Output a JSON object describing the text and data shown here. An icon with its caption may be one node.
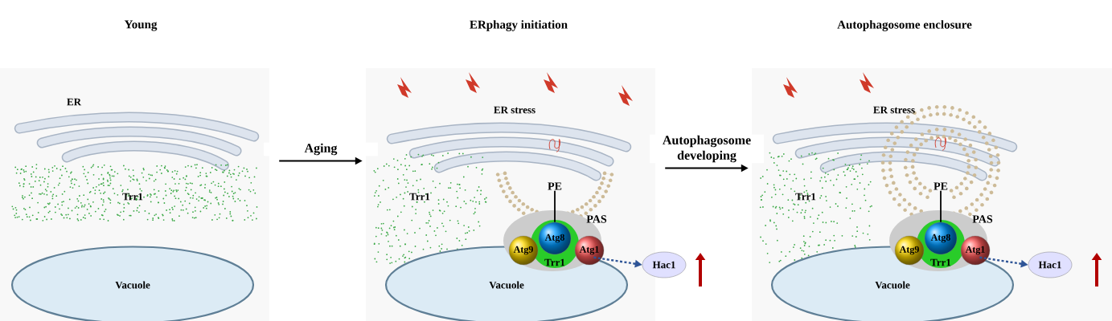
{
  "diagram": {
    "nodes": [
      {
        "text": [
          "Young"
        ]
      },
      {
        "text": [
          "Vacuole"
        ],
        "in": 0
      },
      {
        "text": [
          "ERphagy initiation"
        ]
      },
      {
        "text": [
          "Vacuole"
        ],
        "in": 2
      },
      {
        "text": [
          "PAS",
          "Trr1"
        ],
        "in": 2
      },
      {
        "text": [
          "Atg9"
        ],
        "in": 4
      },
      {
        "text": [
          "Atg8"
        ],
        "in": 4
      },
      {
        "text": [
          "Atg1"
        ],
        "in": 4
      },
      {
        "text": [
          "PE"
        ],
        "in": 2
      },
      {
        "text": [
          "Hac1"
        ]
      },
      {
        "text": [
          "Autophagosome enclosure"
        ]
      },
      {
        "text": [
          "Vacuole"
        ],
        "in": 10
      },
      {
        "text": [
          "PAS",
          "Trr1"
        ],
        "in": 10
      },
      {
        "text": [
          "Atg9"
        ],
        "in": 12
      },
      {
        "text": [
          "Atg8"
        ],
        "in": 12
      },
      {
        "text": [
          "Atg1"
        ],
        "in": 12
      },
      {
        "text": [
          "PE"
        ],
        "in": 10
      },
      {
        "text": [
          "Hac1"
        ],
        "in": 10
      }
    ],
    "edges": [
      {
        "from": 0,
        "to": 2,
        "arrow": "to",
        "label": "Aging"
      },
      {
        "from": 2,
        "to": 10,
        "arrow": "to",
        "label": "Autophagosome developing"
      },
      {
        "from": 8,
        "to": 6,
        "arrow": "none"
      },
      {
        "from": 4,
        "to": 9,
        "arrow": "to",
        "style": "dashed",
        "color": "#2f5597"
      },
      {
        "from": 16,
        "to": 14,
        "arrow": "none"
      },
      {
        "from": 12,
        "to": 17,
        "arrow": "to",
        "style": "dashed",
        "color": "#2f5597"
      }
    ],
    "labels": [
      "ER",
      "Trr1",
      "ER stress",
      "Trr1",
      "ER stress",
      "Trr1"
    ]
  }
}
